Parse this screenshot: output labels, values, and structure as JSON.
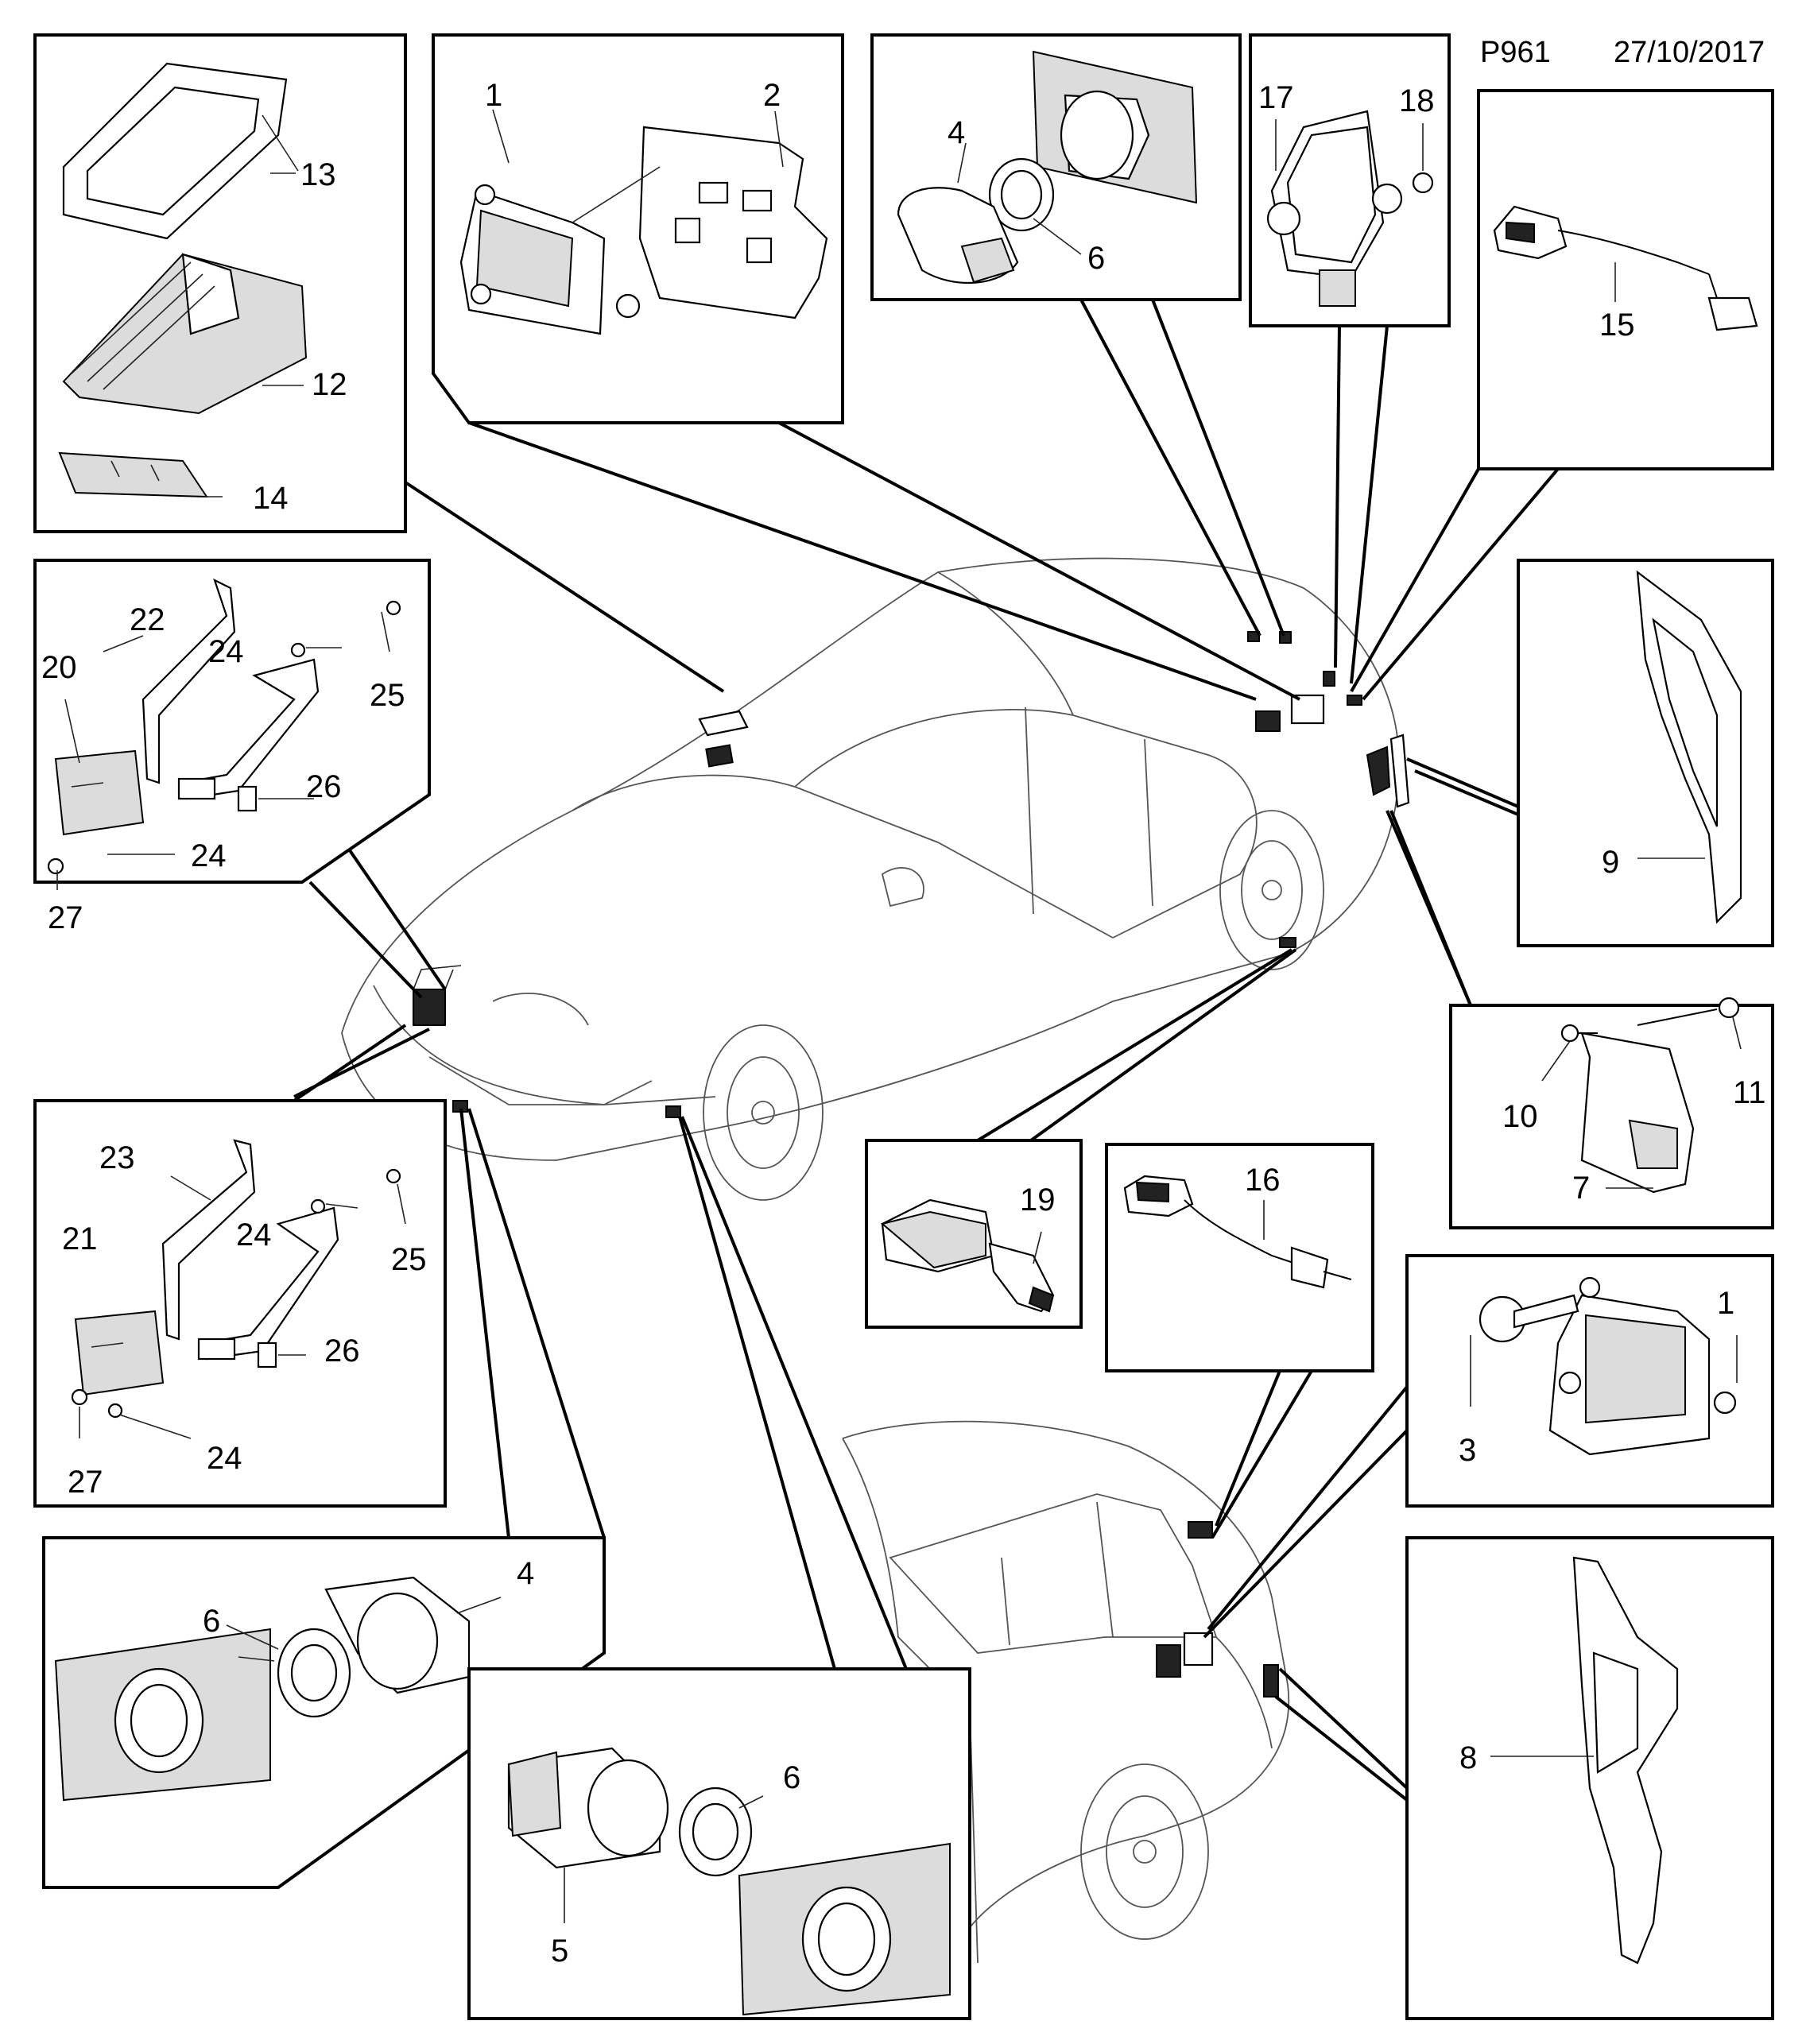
{
  "header": {
    "code": "P961",
    "date": "27/10/2017"
  },
  "callouts": {
    "p1a": "1",
    "p2": "2",
    "p4a": "4",
    "p6a": "6",
    "p17": "17",
    "p18": "18",
    "p15": "15",
    "p13": "13",
    "p12": "12",
    "p14": "14",
    "p22": "22",
    "p20": "20",
    "p24a": "24",
    "p25a": "25",
    "p26a": "26",
    "p24b": "24",
    "p27a": "27",
    "p9": "9",
    "p10": "10",
    "p11": "11",
    "p7": "7",
    "p23": "23",
    "p21": "21",
    "p24c": "24",
    "p25b": "25",
    "p26b": "26",
    "p24d": "24",
    "p27b": "27",
    "p19": "19",
    "p16": "16",
    "p1b": "1",
    "p3": "3",
    "p6b": "6",
    "p4b": "4",
    "p6c": "6",
    "p5": "5",
    "p8": "8"
  }
}
